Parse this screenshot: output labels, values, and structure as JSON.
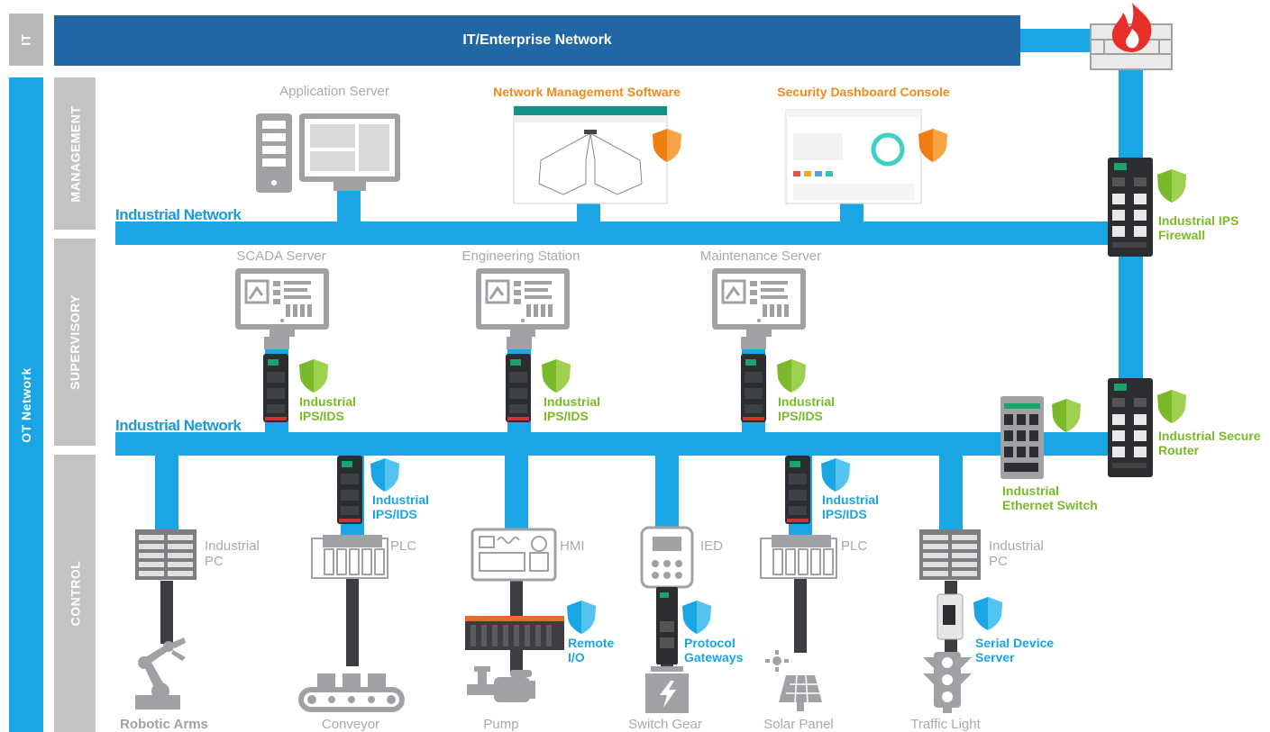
{
  "sidebar": {
    "it": "IT",
    "ot": "OT Network",
    "levels": [
      "MANAGEMENT",
      "SUPERVISORY",
      "CONTROL"
    ]
  },
  "networks": {
    "enterprise": "IT/Enterprise Network",
    "industrial_top": "Industrial Network",
    "industrial_bottom": "Industrial Network"
  },
  "management": {
    "app_server": "Application Server",
    "nms": "Network Management Software",
    "dashboard": "Security Dashboard Console"
  },
  "supervisory": {
    "scada": "SCADA Server",
    "engineering": "Engineering Station",
    "maintenance": "Maintenance Server"
  },
  "security": {
    "ips_firewall": [
      "Industrial IPS",
      "Firewall"
    ],
    "ips_ids": [
      "Industrial",
      "IPS/IDS"
    ],
    "ips_ids_blue": [
      "Industrial",
      "IPS/IDS"
    ],
    "secure_router": [
      "Industrial Secure",
      "Router"
    ],
    "ethernet_switch": [
      "Industrial",
      "Ethernet Switch"
    ],
    "remote_io": [
      "Remote",
      "I/O"
    ],
    "protocol_gateways": [
      "Protocol",
      "Gateways"
    ],
    "serial_device_server": [
      "Serial Device",
      "Server"
    ]
  },
  "control": {
    "industrial_pc": [
      "Industrial",
      "PC"
    ],
    "plc": "PLC",
    "hmi": "HMI",
    "ied": "IED"
  },
  "field": {
    "robotic_arms": "Robotic Arms",
    "conveyor": "Conveyor",
    "pump": "Pump",
    "switch_gear": "Switch Gear",
    "solar_panel": "Solar Panel",
    "traffic_light": "Traffic Light"
  },
  "colors": {
    "network_blue": "#1aa6e4",
    "enterprise_blue": "#2166a5",
    "side_gray": "#c2c3c5",
    "device_gray": "#9fa1a4",
    "security_green": "#7ab929",
    "security_orange": "#f08a1c",
    "firewall_red": "#e8302a"
  }
}
